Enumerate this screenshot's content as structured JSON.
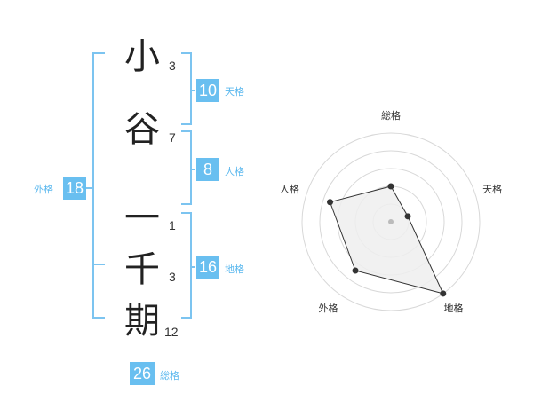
{
  "name": {
    "chars": [
      {
        "char": "小",
        "strokes": "3"
      },
      {
        "char": "谷",
        "strokes": "7"
      },
      {
        "char": "一",
        "strokes": "1"
      },
      {
        "char": "千",
        "strokes": "3"
      },
      {
        "char": "期",
        "strokes": "12"
      }
    ]
  },
  "fortune": {
    "tenkaku": {
      "value": "10",
      "label": "天格"
    },
    "jinkaku": {
      "value": "8",
      "label": "人格"
    },
    "chikaku": {
      "value": "16",
      "label": "地格"
    },
    "gaikaku": {
      "value": "18",
      "label": "外格"
    },
    "soukaku": {
      "value": "26",
      "label": "総格"
    }
  },
  "colors": {
    "accent": "#69bff0",
    "accent_text": "#5bb8ee",
    "bracket": "#7cc4f0",
    "ring": "#d8d8d8",
    "polygon_fill": "#efefef",
    "polygon_stroke": "#333333"
  },
  "chart_data": {
    "type": "radar",
    "categories": [
      "総格",
      "天格",
      "地格",
      "外格",
      "人格"
    ],
    "values": [
      2,
      1,
      5,
      3.4,
      3.6
    ],
    "rlim": [
      0,
      5
    ]
  }
}
